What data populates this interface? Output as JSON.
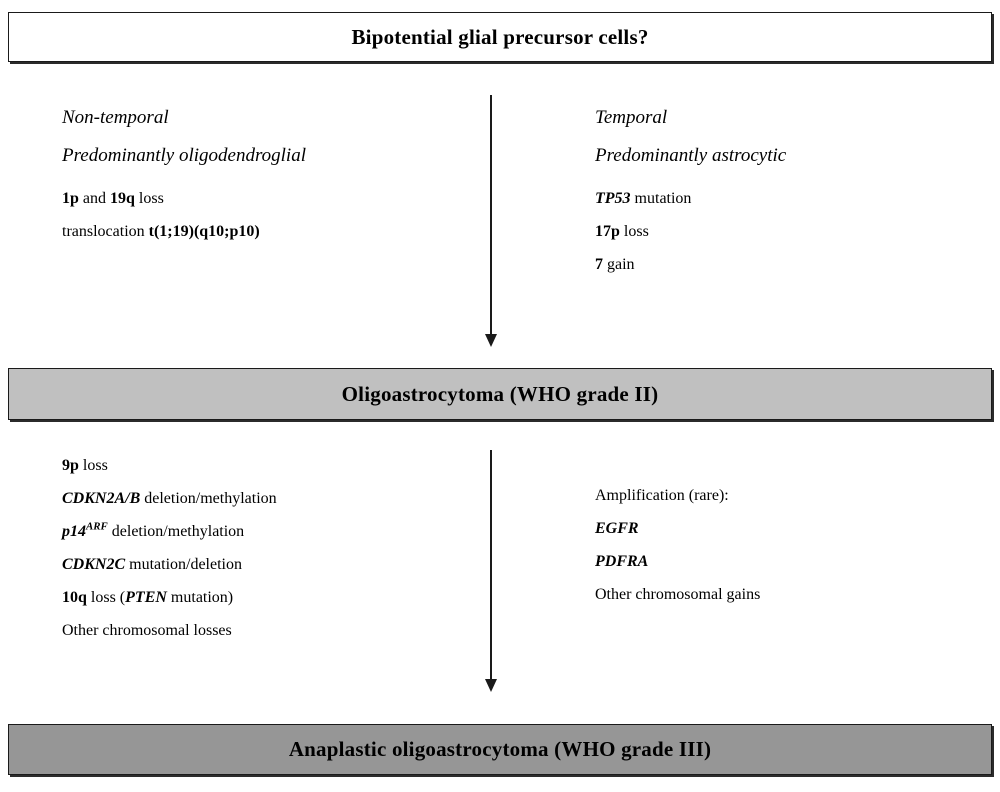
{
  "diagram": {
    "title": "Bipotential glial precursor cells?",
    "colors": {
      "box_border": "#1a1a1a",
      "box_shadow": "#2b2b2b",
      "grade2_fill": "#c0c0c0",
      "grade3_fill": "#969696",
      "arrow": "#1a1a1a",
      "background": "#ffffff",
      "text": "#000000"
    }
  },
  "boxes": {
    "precursor": {
      "label": "Bipotential glial precursor cells?",
      "fill": "#ffffff"
    },
    "grade2": {
      "label": "Oligoastrocytoma (WHO grade II)",
      "fill": "#c0c0c0"
    },
    "grade3": {
      "label": "Anaplastic oligoastrocytoma (WHO grade III)",
      "fill": "#969696"
    }
  },
  "upper_left": {
    "headings": [
      "Non-temporal",
      "Predominantly oligodendroglial"
    ],
    "features": [
      {
        "plain": "1p and 19q loss",
        "segments": [
          {
            "text": "1p",
            "style": "bold"
          },
          {
            "text": " and ",
            "style": "regular"
          },
          {
            "text": "19q",
            "style": "bold"
          },
          {
            "text": " loss",
            "style": "regular"
          }
        ]
      },
      {
        "plain": "translocation t(1;19)(q10;p10)",
        "segments": [
          {
            "text": "translocation ",
            "style": "regular"
          },
          {
            "text": "t(1;19)(q10;p10)",
            "style": "bold"
          }
        ]
      }
    ]
  },
  "upper_right": {
    "headings": [
      "Temporal",
      "Predominantly astrocytic"
    ],
    "features": [
      {
        "plain": "TP53 mutation",
        "segments": [
          {
            "text": "TP53",
            "style": "bolditalic"
          },
          {
            "text": " mutation",
            "style": "regular"
          }
        ]
      },
      {
        "plain": "17p loss",
        "segments": [
          {
            "text": "17p",
            "style": "bold"
          },
          {
            "text": " loss",
            "style": "regular"
          }
        ]
      },
      {
        "plain": "7 gain",
        "segments": [
          {
            "text": "7",
            "style": "bold"
          },
          {
            "text": " gain",
            "style": "regular"
          }
        ]
      }
    ]
  },
  "lower_left": {
    "features": [
      {
        "plain": "9p loss",
        "segments": [
          {
            "text": "9p",
            "style": "bold"
          },
          {
            "text": " loss",
            "style": "regular"
          }
        ]
      },
      {
        "plain": "CDKN2A/B deletion/methylation",
        "segments": [
          {
            "text": "CDKN2A/B",
            "style": "bolditalic"
          },
          {
            "text": " deletion/methylation",
            "style": "regular"
          }
        ]
      },
      {
        "plain": "p14ARF deletion/methylation",
        "segments": [
          {
            "text": "p14",
            "style": "bolditalic"
          },
          {
            "text": "ARF",
            "style": "sup"
          },
          {
            "text": " deletion/methylation",
            "style": "regular"
          }
        ]
      },
      {
        "plain": "CDKN2C mutation/deletion",
        "segments": [
          {
            "text": "CDKN2C",
            "style": "bolditalic"
          },
          {
            "text": " mutation/deletion",
            "style": "regular"
          }
        ]
      },
      {
        "plain": "10q loss (PTEN mutation)",
        "segments": [
          {
            "text": "10q",
            "style": "bold"
          },
          {
            "text": " loss (",
            "style": "regular"
          },
          {
            "text": "PTEN",
            "style": "bolditalic"
          },
          {
            "text": " mutation)",
            "style": "regular"
          }
        ]
      },
      {
        "plain": "Other chromosomal losses",
        "segments": [
          {
            "text": "Other chromosomal losses",
            "style": "regular"
          }
        ]
      }
    ]
  },
  "lower_right": {
    "features": [
      {
        "plain": "Amplification (rare):",
        "segments": [
          {
            "text": "Amplification (rare):",
            "style": "regular"
          }
        ]
      },
      {
        "plain": "EGFR",
        "segments": [
          {
            "text": "EGFR",
            "style": "bolditalic"
          }
        ]
      },
      {
        "plain": "PDFRA",
        "segments": [
          {
            "text": "PDFRA",
            "style": "bolditalic"
          }
        ]
      },
      {
        "plain": "Other chromosomal gains",
        "segments": [
          {
            "text": "Other chromosomal gains",
            "style": "regular"
          }
        ]
      }
    ]
  },
  "arrows": [
    {
      "name": "precursor-to-grade2",
      "direction": "down"
    },
    {
      "name": "grade2-to-grade3",
      "direction": "down"
    }
  ]
}
